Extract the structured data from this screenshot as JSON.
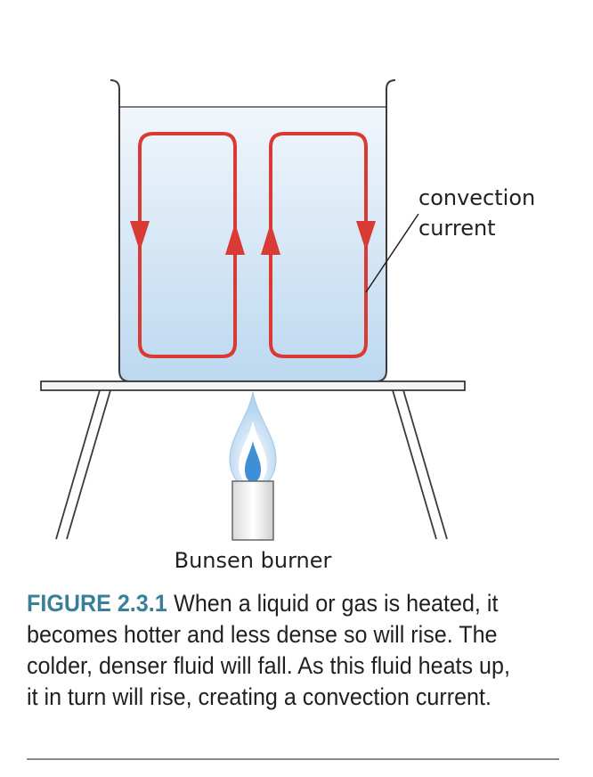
{
  "labels": {
    "convection_line1": "convection",
    "convection_line2": "current",
    "burner": "Bunsen burner"
  },
  "caption": {
    "figure_label": "FIGURE 2.3.1",
    "text": "When a liquid or gas is heated, it becomes hotter and less dense so will rise. The colder, denser fluid will fall. As this fluid heats up, it in turn will rise, creating a convection current."
  },
  "colors": {
    "arrow": "#d93a33",
    "water_top": "#f1f6fb",
    "water_bottom": "#bcd8f0",
    "flame_outer": "#9fc8ec",
    "flame_inner": "#3f8fd6",
    "caption_label": "#3a7f99"
  }
}
